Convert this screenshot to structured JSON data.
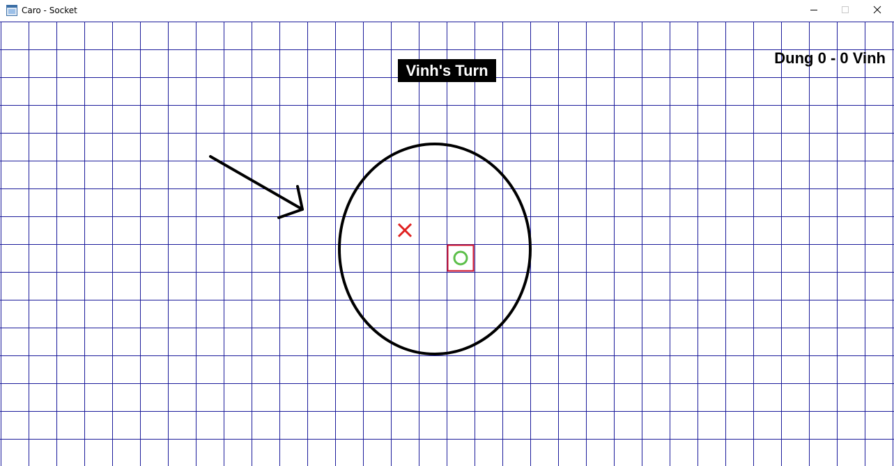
{
  "window": {
    "title": "Caro - Socket",
    "icon": "app-window-icon",
    "controls": [
      "minimize-icon",
      "maximize-icon",
      "close-icon"
    ]
  },
  "game": {
    "turn_label": "Vinh's Turn",
    "score": {
      "text": "Dung 0 - 0 Vinh",
      "player1": "Dung",
      "player1_score": 0,
      "player2": "Vinh",
      "player2_score": 0
    },
    "pieces": [
      {
        "mark": "X",
        "col": 14,
        "row": 7,
        "color": "#e02020"
      },
      {
        "mark": "O",
        "col": 16,
        "row": 8,
        "color": "#5cbf4a",
        "last_move": true
      }
    ],
    "grid_color": "#1a1a9a",
    "highlight_color": "#d0102a",
    "annotation_color": "#000000"
  }
}
